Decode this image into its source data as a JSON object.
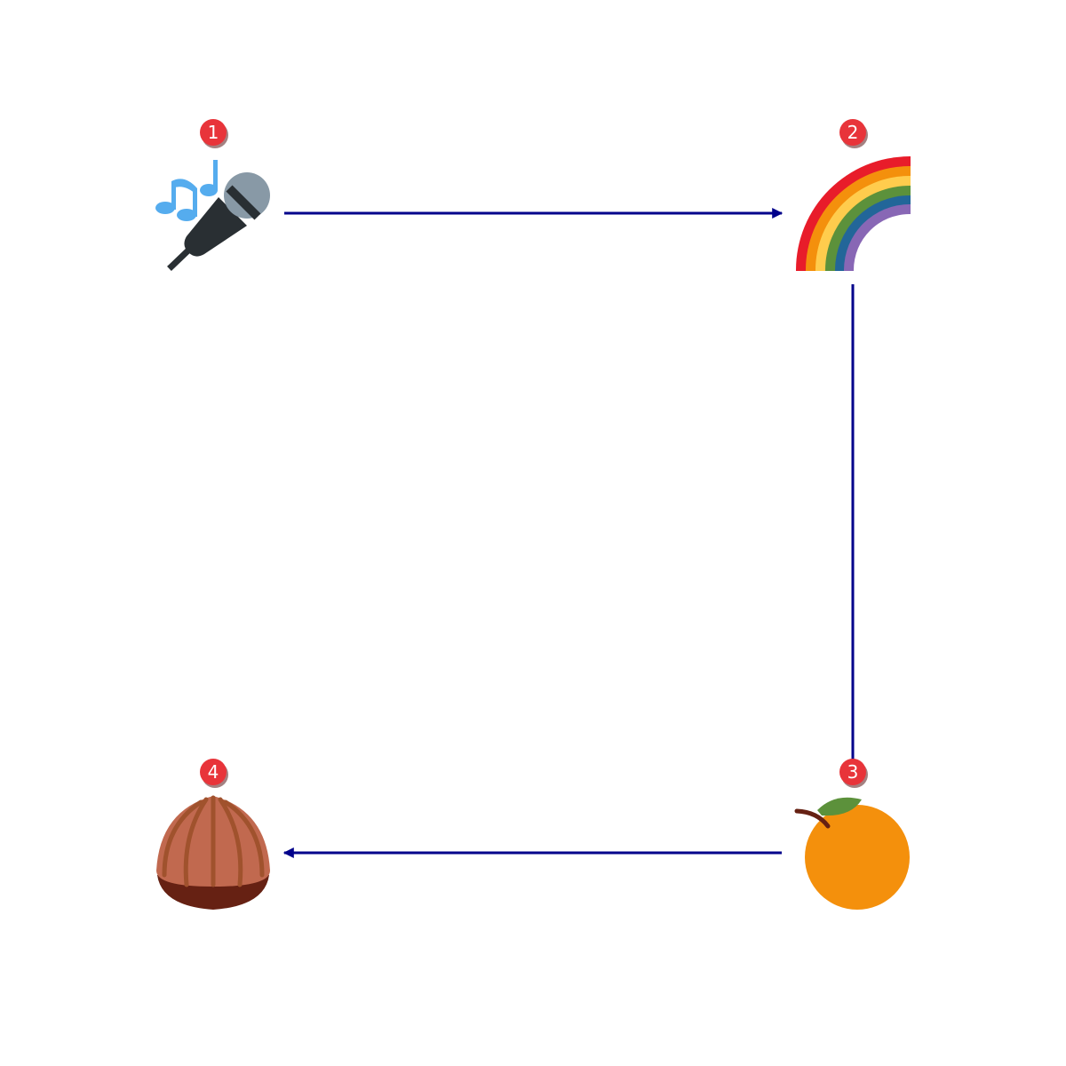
{
  "diagram": {
    "nodes": [
      {
        "number": "1",
        "icon": "microphone-icon"
      },
      {
        "number": "2",
        "icon": "rainbow-icon"
      },
      {
        "number": "3",
        "icon": "tangerine-icon"
      },
      {
        "number": "4",
        "icon": "chestnut-icon"
      }
    ],
    "edges": [
      {
        "from": "1",
        "to": "2"
      },
      {
        "from": "2",
        "to": "3"
      },
      {
        "from": "3",
        "to": "4"
      }
    ],
    "colors": {
      "arrow": "#00008b",
      "badge": "#e8343a",
      "badge_text": "#ffffff"
    }
  }
}
